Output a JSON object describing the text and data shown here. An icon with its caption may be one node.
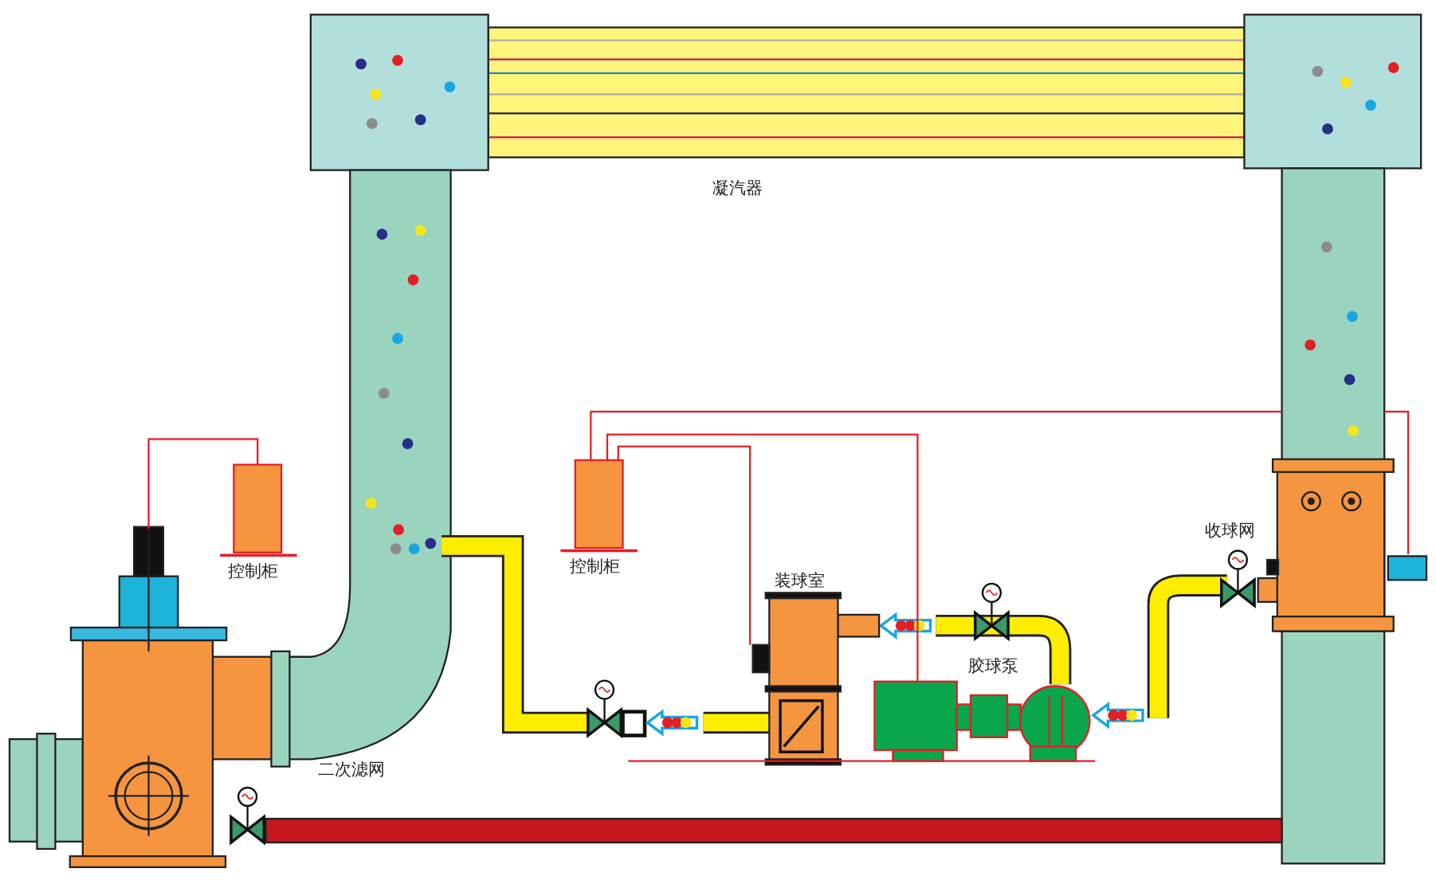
{
  "diagram": {
    "labels": [
      "凝汽器",
      "收球网",
      "控制柜",
      "控制柜",
      "装球室",
      "胶球泵",
      "二次滤网"
    ]
  }
}
